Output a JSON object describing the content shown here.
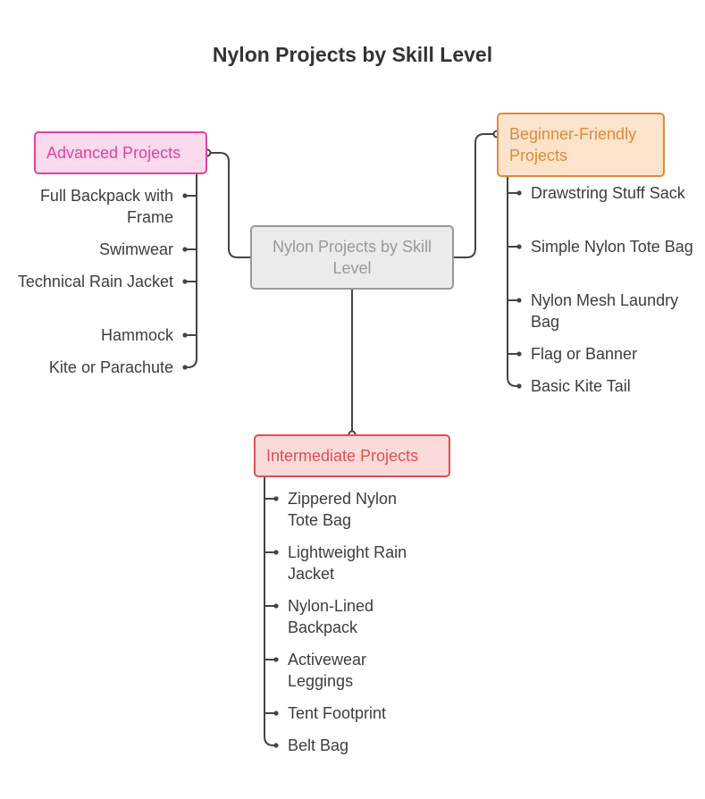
{
  "title": "Nylon Projects by Skill Level",
  "center": {
    "label": "Nylon Projects by Skill Level"
  },
  "branches": {
    "advanced": {
      "label": "Advanced Projects",
      "items": [
        "Full Backpack with Frame",
        "Swimwear",
        "Technical Rain Jacket",
        "Hammock",
        "Kite or Parachute"
      ]
    },
    "beginner": {
      "label": "Beginner-Friendly Projects",
      "items": [
        "Drawstring Stuff Sack",
        "Simple Nylon Tote Bag",
        "Nylon Mesh Laundry Bag",
        "Flag or Banner",
        "Basic Kite Tail"
      ]
    },
    "intermediate": {
      "label": "Intermediate Projects",
      "items": [
        "Zippered Nylon Tote Bag",
        "Lightweight Rain Jacket",
        "Nylon-Lined Backpack",
        "Activewear Leggings",
        "Tent Footprint",
        "Belt Bag"
      ]
    }
  },
  "colors": {
    "advanced": "#e0439b",
    "advanced_bg": "#fbd9ee",
    "beginner": "#df8a3a",
    "beginner_bg": "#fbe3cc",
    "intermediate": "#e05050",
    "intermediate_bg": "#fbdada",
    "center": "#999999",
    "center_bg": "#ebebeb",
    "line": "#444444"
  }
}
